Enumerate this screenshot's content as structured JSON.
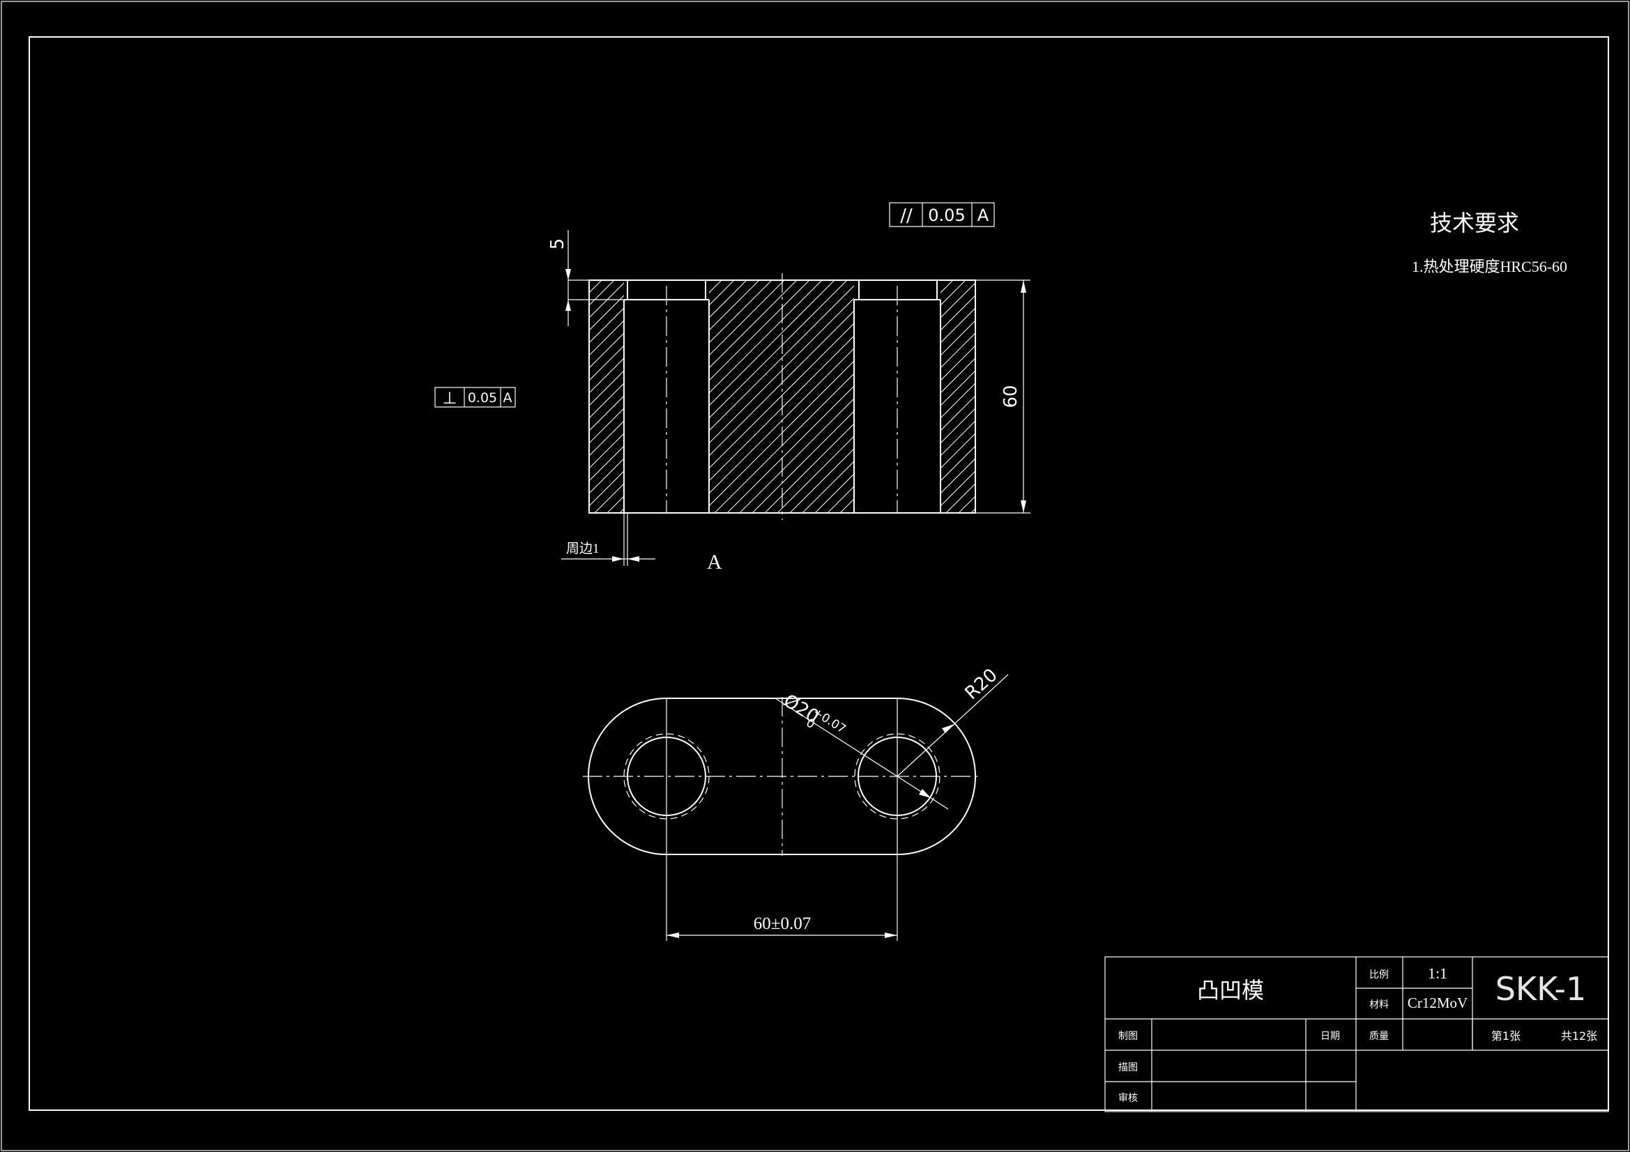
{
  "drawing": {
    "tech_requirements_title": "技术要求",
    "tech_requirements_item": "1.热处理硬度HRC56-60",
    "dims": {
      "counterbore_depth": "5",
      "height": "60",
      "perimeter": "周边1",
      "diameter": "Ø20",
      "diameter_tol_upper": "+0.07",
      "diameter_tol_lower": "0",
      "radius": "R20",
      "center_distance": "60±0.07"
    },
    "datum_label": "A",
    "fcf_parallel": {
      "symbol": "//",
      "value": "0.05",
      "datum": "A"
    },
    "fcf_perpendicular": {
      "symbol": "⊥",
      "value": "0.05",
      "datum": "A"
    }
  },
  "title_block": {
    "part_name": "凸凹模",
    "scale_label": "比例",
    "scale_value": "1:1",
    "material_label": "材料",
    "material_value": "Cr12MoV",
    "drawing_number": "SKK-1",
    "weight_label": "质量",
    "sheet_no": "第1张",
    "sheet_total": "共12张",
    "drawn_by_label": "制图",
    "date_label": "日期",
    "drafted_label": "描图",
    "checked_label": "审核"
  }
}
